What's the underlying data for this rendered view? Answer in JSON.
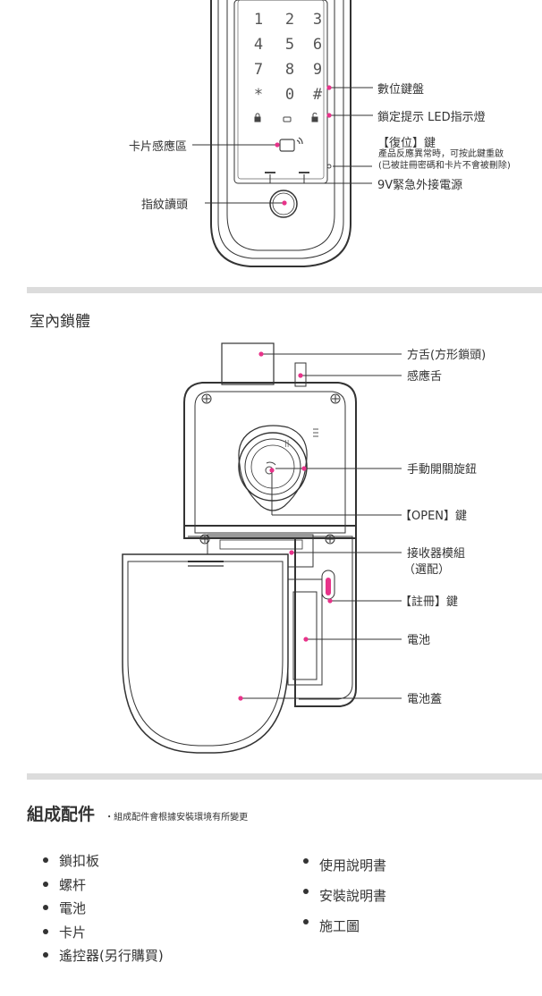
{
  "keypad": {
    "keys": [
      "1",
      "2",
      "3",
      "4",
      "5",
      "6",
      "7",
      "8",
      "9",
      "*",
      "0",
      "#"
    ]
  },
  "front_labels": {
    "digital_keypad": "數位鍵盤",
    "lock_led": "鎖定提示 LED指示燈",
    "reset_key_title": "【復位】鍵",
    "reset_key_desc_1": "產品反應異常時，可按此鍵重啟",
    "reset_key_desc_2": "(已被註冊密碼和卡片不會被刪除)",
    "emergency_power": "9V緊急外接電源",
    "card_sensor": "卡片感應區",
    "fingerprint_reader": "指紋讀頭"
  },
  "indoor": {
    "title": "室內鎖體",
    "labels": {
      "square_bolt": "方舌(方形鎖頭)",
      "sensor_bolt": "感應舌",
      "thumb_turn": "手動開關旋鈕",
      "open_key": "【OPEN】鍵",
      "receiver_module_1": "接收器模組",
      "receiver_module_2": "（選配）",
      "register_key": "【註冊】鍵",
      "battery": "電池",
      "battery_cover": "電池蓋"
    }
  },
  "components": {
    "title": "組成配件",
    "note": "・組成配件會根據安裝環境有所變更",
    "left_items": [
      "鎖扣板",
      "螺杆",
      "電池",
      "卡片",
      "遙控器(另行購買)"
    ],
    "right_items": [
      "使用說明書",
      "安裝說明書",
      "施工圖"
    ]
  },
  "colors": {
    "accent": "#e8338a",
    "line": "#333333",
    "divider": "#dcdcdc"
  }
}
